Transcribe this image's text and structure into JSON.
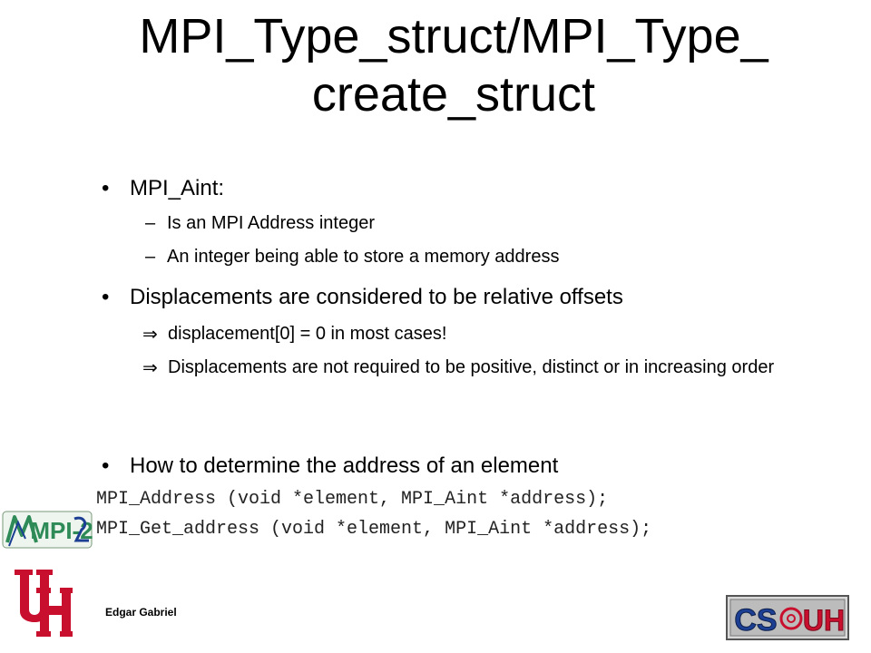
{
  "slide": {
    "title_line1": "MPI_Type_struct/MPI_Type_",
    "title_line2": "create_struct",
    "bullet_glyph": "•",
    "dash_glyph": "–",
    "implies_glyph": "⇒",
    "bullet1": {
      "text": "MPI_Aint:",
      "sub": [
        "Is an MPI Address integer",
        "An integer being able to store a memory address"
      ]
    },
    "bullet2": {
      "text": "Displacements are considered to be relative offsets",
      "implications": [
        "displacement[0] = 0 in most cases!",
        "Displacements are not required to be positive, distinct or in increasing order"
      ]
    },
    "bullet3": {
      "text": "How to determine the address of an element"
    },
    "code": [
      "MPI_Address (void *element, MPI_Aint *address);",
      "MPI_Get_address (void *element, MPI_Aint *address);"
    ],
    "author": "Edgar Gabriel",
    "logos": {
      "mpi2_text": "MPI-2",
      "cs_text": "CS",
      "uh_text": "UH",
      "uh_red": "#c8102e",
      "mpi_green": "#2e8b57",
      "cs_blue": "#1c3f94"
    }
  }
}
